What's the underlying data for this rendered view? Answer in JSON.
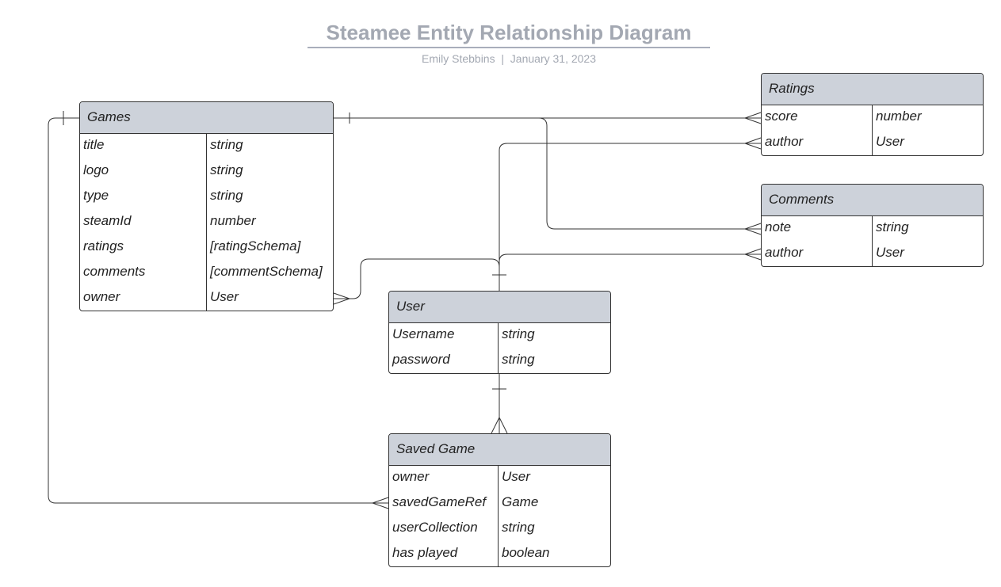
{
  "title": "Steamee Entity Relationship Diagram",
  "subtitle": {
    "author": "Emily Stebbins",
    "separator": "|",
    "date": "January 31, 2023"
  },
  "entities": {
    "games": {
      "name": "Games",
      "fields": [
        {
          "name": "title",
          "type": "string"
        },
        {
          "name": "logo",
          "type": "string"
        },
        {
          "name": "type",
          "type": "string"
        },
        {
          "name": "steamId",
          "type": "number"
        },
        {
          "name": "ratings",
          "type": "[ratingSchema]"
        },
        {
          "name": "comments",
          "type": "[commentSchema]"
        },
        {
          "name": "owner",
          "type": "User"
        }
      ]
    },
    "ratings": {
      "name": "Ratings",
      "fields": [
        {
          "name": "score",
          "type": "number"
        },
        {
          "name": "author",
          "type": "User"
        }
      ]
    },
    "comments": {
      "name": "Comments",
      "fields": [
        {
          "name": "note",
          "type": "string"
        },
        {
          "name": "author",
          "type": "User"
        }
      ]
    },
    "user": {
      "name": "User",
      "fields": [
        {
          "name": "Username",
          "type": "string"
        },
        {
          "name": "password",
          "type": "string"
        }
      ]
    },
    "saved_game": {
      "name": "Saved Game",
      "fields": [
        {
          "name": "owner",
          "type": "User"
        },
        {
          "name": "savedGameRef",
          "type": "Game"
        },
        {
          "name": "userCollection",
          "type": "string"
        },
        {
          "name": "has played",
          "type": "boolean"
        }
      ]
    }
  },
  "colors": {
    "header_fill": "#cdd2da",
    "border": "#333333",
    "title_text": "#a3a8b2",
    "connector": "#333333"
  }
}
